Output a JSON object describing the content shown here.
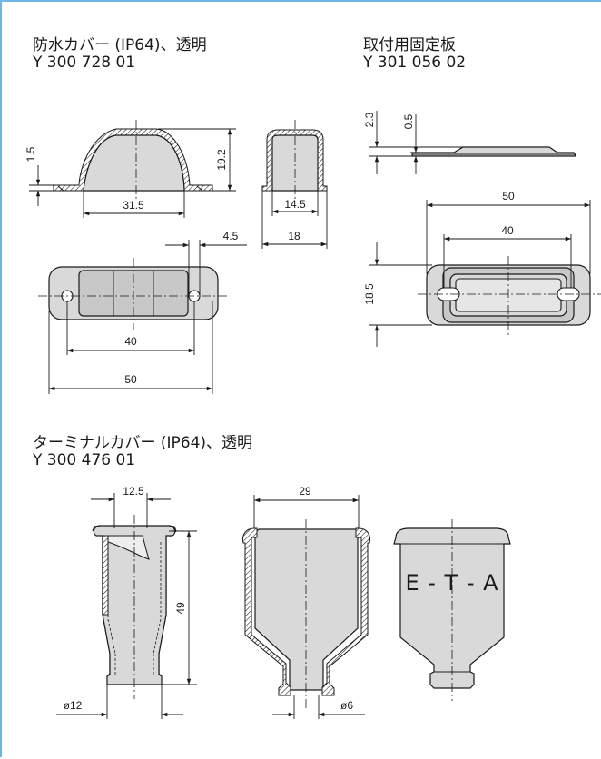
{
  "sections": {
    "cover": {
      "title": "防水カバー (IP64)、透明",
      "code": "Y 300 728 01",
      "dims": {
        "d1_5": "1.5",
        "d31_5": "31.5",
        "d19_2": "19.2",
        "d14_5": "14.5",
        "d18": "18",
        "d4_5": "4.5",
        "d40": "40",
        "d50": "50"
      }
    },
    "plate": {
      "title": "取付用固定板",
      "code": "Y 301 056 02",
      "dims": {
        "d2_3": "2.3",
        "d0_5": "0.5",
        "d50": "50",
        "d40": "40",
        "d18_5": "18.5"
      }
    },
    "terminal": {
      "title": "ターミナルカバー (IP64)、透明",
      "code": "Y 300 476 01",
      "dims": {
        "d12_5": "12.5",
        "d49": "49",
        "d12": "ø12",
        "d29": "29",
        "d6": "ø6"
      },
      "marking": "E - T - A"
    }
  },
  "colors": {
    "frame": "#6fb6e3",
    "part_fill": "#d9d9d9",
    "ink": "#1a1a1a"
  }
}
